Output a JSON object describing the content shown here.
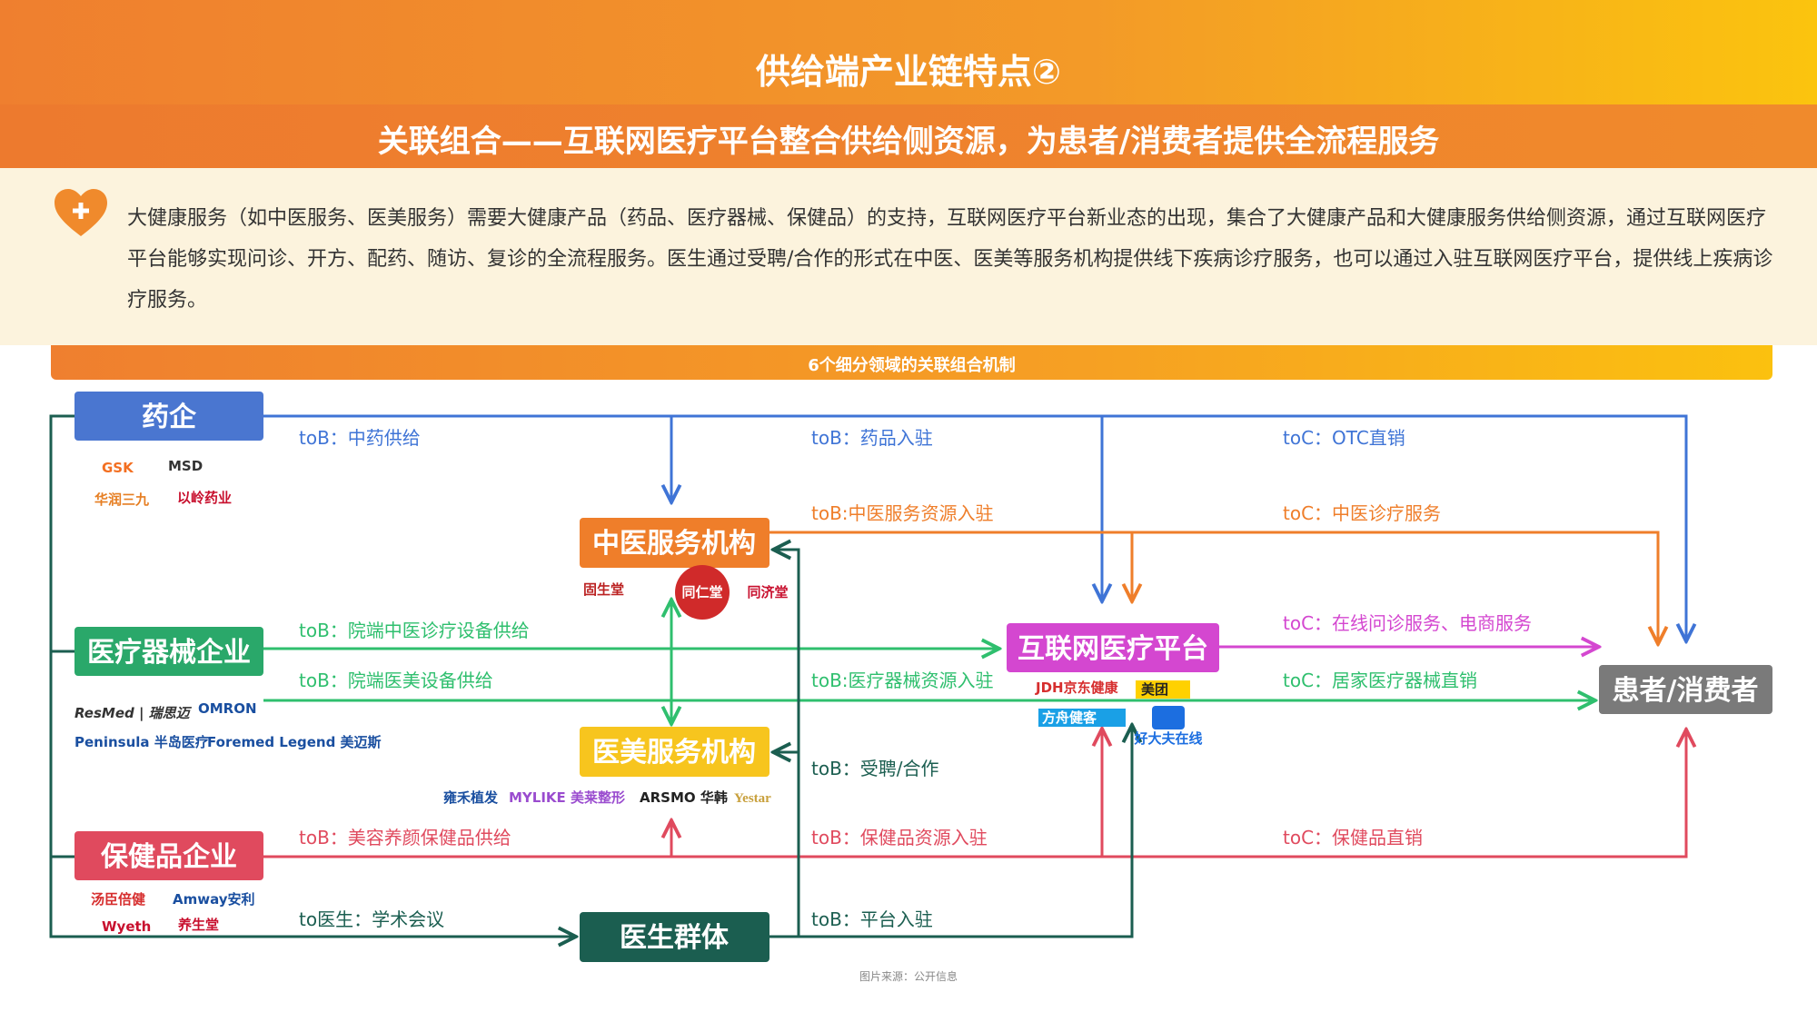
{
  "header": {
    "title": "供给端产业链特点②",
    "subtitle": "关联组合——互联网医疗平台整合供给侧资源，为患者/消费者提供全流程服务"
  },
  "intro": {
    "icon": "heart-plus-icon",
    "text": "大健康服务（如中医服务、医美服务）需要大健康产品（药品、医疗器械、保健品）的支持，互联网医疗平台新业态的出现，集合了大健康产品和大健康服务供给侧资源，通过互联网医疗平台能够实现问诊、开方、配药、随访、复诊的全流程服务。医生通过受聘/合作的形式在中医、医美等服务机构提供线下疾病诊疗服务，也可以通过入驻互联网医疗平台，提供线上疾病诊疗服务。"
  },
  "section_bar": "6个细分领域的关联组合机制",
  "nodes": {
    "pharma": "药企",
    "device": "医疗器械企业",
    "health": "保健品企业",
    "tcm": "中医服务机构",
    "aesthetic": "医美服务机构",
    "doctors": "医生群体",
    "platform": "互联网医疗平台",
    "patients": "患者/消费者"
  },
  "logos": {
    "pharma": [
      "GSK",
      "MSD",
      "华润三九",
      "以岭药业"
    ],
    "device": [
      "ResMed | 瑞思迈",
      "OMRON",
      "Peninsula 半岛医疗",
      "Foremed Legend 美迈斯"
    ],
    "health": [
      "汤臣倍健",
      "Amway安利",
      "Wyeth",
      "养生堂"
    ],
    "tcm": [
      "固生堂",
      "同仁堂",
      "同济堂"
    ],
    "aesthetic": [
      "雍禾植发",
      "MYLIKE 美莱整形",
      "ARSMO 华韩",
      "Yestar"
    ],
    "platform": [
      "JDH京东健康",
      "美团",
      "方舟健客",
      "好大夫在线"
    ]
  },
  "labels": {
    "l1": "toB：中药供给",
    "l2": "toB：药品入驻",
    "l3": "toC：OTC直销",
    "l4": "toB:中医服务资源入驻",
    "l5": "toC：中医诊疗服务",
    "l6": "toB：院端中医诊疗设备供给",
    "l7": "toC：在线问诊服务、电商服务",
    "l8": "toB：院端医美设备供给",
    "l9": "toB:医疗器械资源入驻",
    "l10": "toC：居家医疗器械直销",
    "l11": "toB：受聘/合作",
    "l12": "toB：美容养颜保健品供给",
    "l13": "toB：保健品资源入驻",
    "l14": "toC：保健品直销",
    "l15": "to医生：学术会议",
    "l16": "toB：平台入驻"
  },
  "source": "图片来源：公开信息",
  "colors": {
    "blue": "#3f74d6",
    "orange": "#ef7e2a",
    "green": "#2fbf6e",
    "magenta": "#d447d0",
    "red": "#e04a5e",
    "dark": "#1b5e50",
    "gray": "#7a7a7a",
    "yellow": "#f7c51e"
  }
}
